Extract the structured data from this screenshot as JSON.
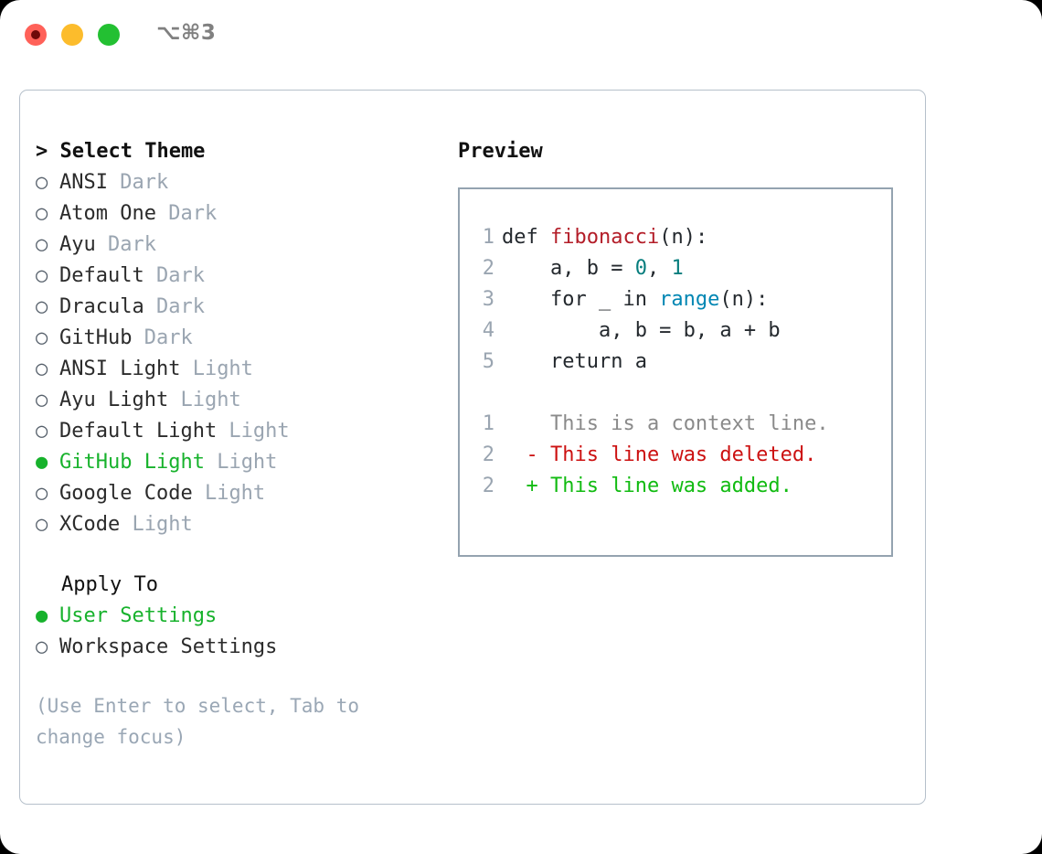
{
  "titlebar": {
    "shortcut": "⌥⌘3",
    "traffic_lights": [
      "close-red",
      "minimize-amber",
      "maximize-green"
    ]
  },
  "theme_list": {
    "header": "> Select Theme",
    "items": [
      {
        "marker": "○",
        "label": "ANSI",
        "suffix": "Dark",
        "selected": false
      },
      {
        "marker": "○",
        "label": "Atom One",
        "suffix": "Dark",
        "selected": false
      },
      {
        "marker": "○",
        "label": "Ayu",
        "suffix": "Dark",
        "selected": false
      },
      {
        "marker": "○",
        "label": "Default",
        "suffix": "Dark",
        "selected": false
      },
      {
        "marker": "○",
        "label": "Dracula",
        "suffix": "Dark",
        "selected": false
      },
      {
        "marker": "○",
        "label": "GitHub",
        "suffix": "Dark",
        "selected": false
      },
      {
        "marker": "○",
        "label": "ANSI Light",
        "suffix": "Light",
        "selected": false
      },
      {
        "marker": "○",
        "label": "Ayu Light",
        "suffix": "Light",
        "selected": false
      },
      {
        "marker": "○",
        "label": "Default Light",
        "suffix": "Light",
        "selected": false
      },
      {
        "marker": "●",
        "label": "GitHub Light",
        "suffix": "Light",
        "selected": true
      },
      {
        "marker": "○",
        "label": "Google Code",
        "suffix": "Light",
        "selected": false
      },
      {
        "marker": "○",
        "label": "XCode",
        "suffix": "Light",
        "selected": false
      }
    ]
  },
  "apply_to": {
    "header": "Apply To",
    "items": [
      {
        "marker": "●",
        "label": "User Settings",
        "selected": true
      },
      {
        "marker": "○",
        "label": "Workspace Settings",
        "selected": false
      }
    ]
  },
  "hint": "(Use Enter to select, Tab to change focus)",
  "preview": {
    "title": "Preview",
    "code_lines": [
      {
        "num": "1",
        "parts": [
          {
            "text": "def ",
            "style": "plain"
          },
          {
            "text": "fibonacci",
            "style": "fn"
          },
          {
            "text": "(n):",
            "style": "plain"
          }
        ]
      },
      {
        "num": "2",
        "parts": [
          {
            "text": "    a, b = ",
            "style": "plain"
          },
          {
            "text": "0",
            "style": "num"
          },
          {
            "text": ", ",
            "style": "plain"
          },
          {
            "text": "1",
            "style": "num"
          }
        ]
      },
      {
        "num": "3",
        "parts": [
          {
            "text": "    for _ in ",
            "style": "plain"
          },
          {
            "text": "range",
            "style": "call"
          },
          {
            "text": "(n):",
            "style": "plain"
          }
        ]
      },
      {
        "num": "4",
        "parts": [
          {
            "text": "        a, b = b, a + b",
            "style": "plain"
          }
        ]
      },
      {
        "num": "5",
        "parts": [
          {
            "text": "    return a",
            "style": "plain"
          }
        ]
      }
    ],
    "diff_lines": [
      {
        "num": "1",
        "sign": " ",
        "text": " This is a context line.",
        "kind": "ctx"
      },
      {
        "num": "2",
        "sign": "-",
        "text": " This line was deleted.",
        "kind": "del"
      },
      {
        "num": "2",
        "sign": "+",
        "text": " This line was added.",
        "kind": "add"
      }
    ]
  },
  "colors": {
    "accent_green": "#17b22c",
    "muted": "#9aa5b1",
    "diff_add": "#11bb11",
    "diff_del": "#cc1111",
    "syntax_function": "#b31d28",
    "syntax_number": "#067d7d",
    "syntax_call": "#0086b3",
    "panel_border": "#b6c0cb",
    "preview_border": "#94a3b0"
  }
}
